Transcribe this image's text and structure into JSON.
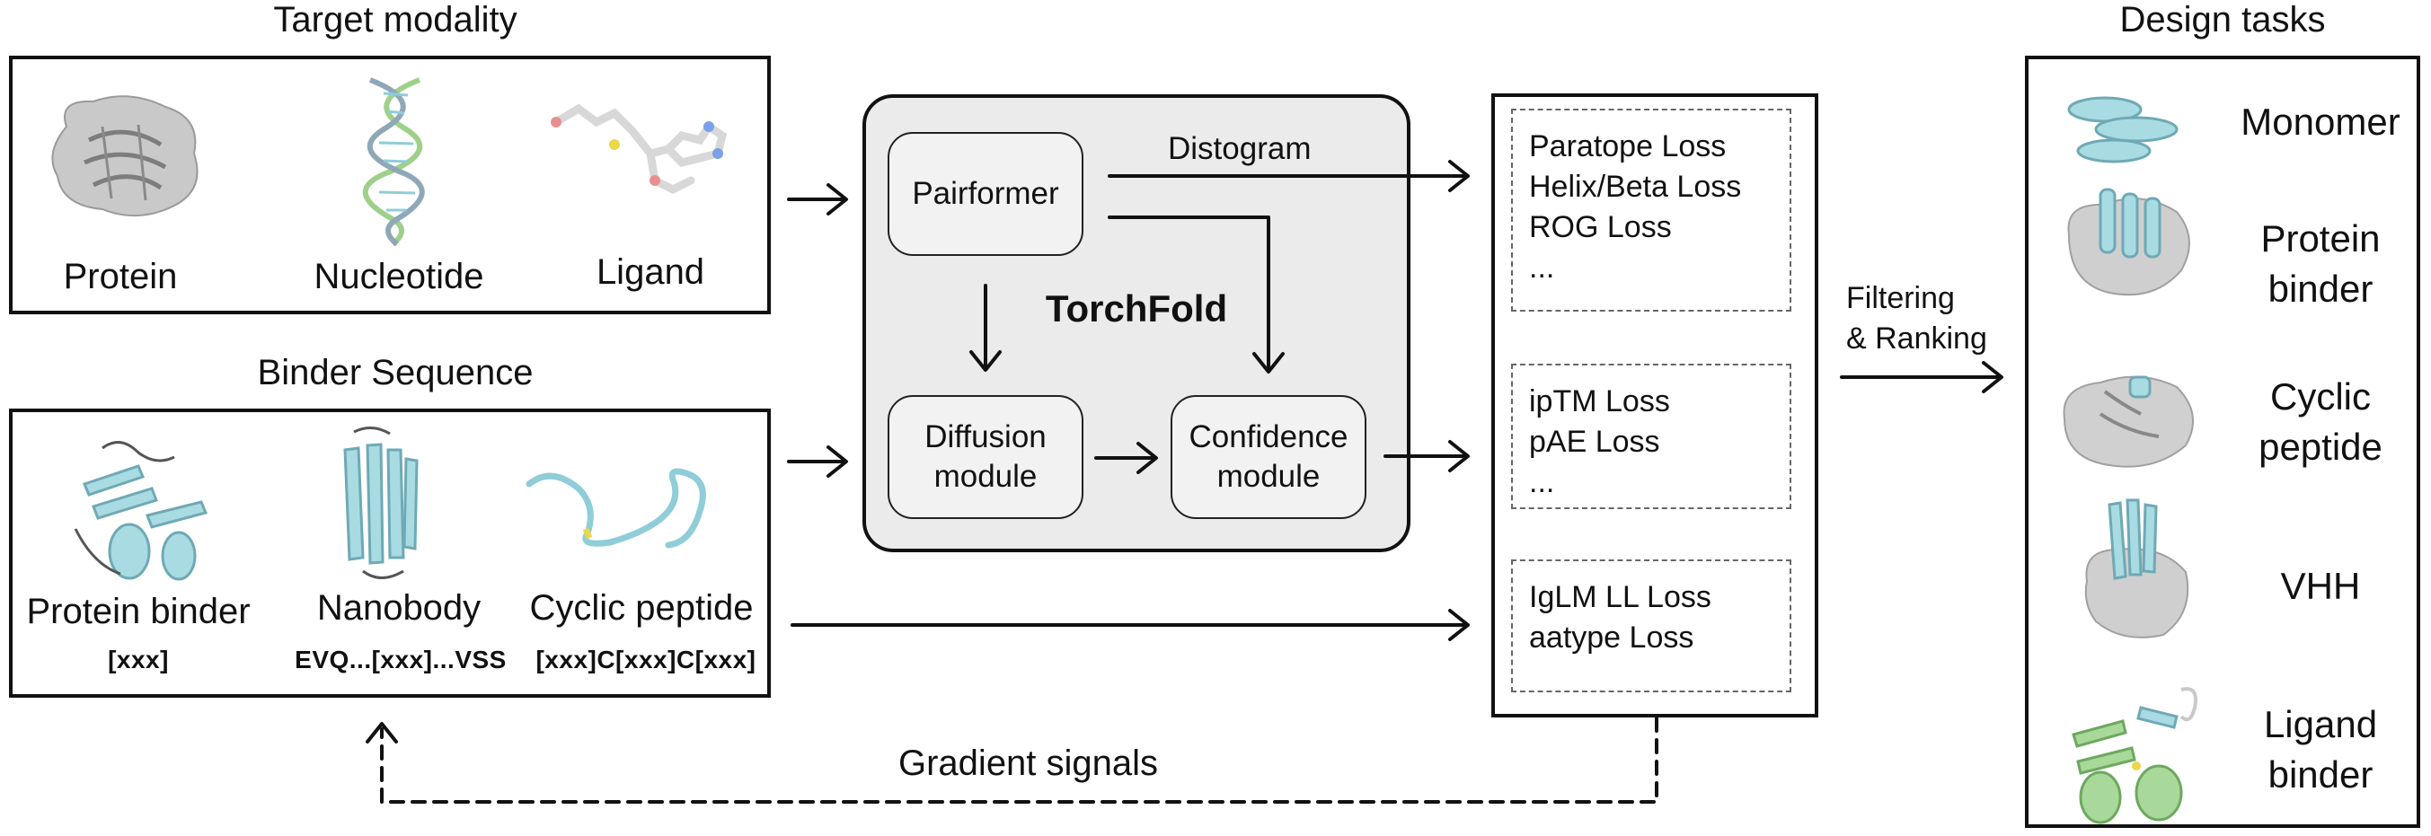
{
  "target_modality": {
    "title": "Target modality",
    "items": [
      "Protein",
      "Nucleotide",
      "Ligand"
    ]
  },
  "binder_sequence": {
    "title": "Binder Sequence",
    "items": [
      {
        "label": "Protein binder",
        "seq": "[xxx]"
      },
      {
        "label": "Nanobody",
        "seq": "EVQ...[xxx]...VSS"
      },
      {
        "label": "Cyclic peptide",
        "seq": "[xxx]C[xxx]C[xxx]"
      }
    ]
  },
  "torchfold": {
    "title": "TorchFold",
    "pairformer": "Pairformer",
    "diffusion": [
      "Diffusion",
      "module"
    ],
    "confidence": [
      "Confidence",
      "module"
    ],
    "distogram": "Distogram"
  },
  "losses": {
    "group1": [
      "Paratope Loss",
      "Helix/Beta Loss",
      "ROG Loss",
      "..."
    ],
    "group2": [
      "ipTM Loss",
      "pAE Loss",
      "..."
    ],
    "group3": [
      "IgLM LL Loss",
      "aatype Loss"
    ]
  },
  "filtering": [
    "Filtering",
    "& Ranking"
  ],
  "gradient_label": "Gradient signals",
  "design_tasks": {
    "title": "Design tasks",
    "items": [
      {
        "lines": [
          "Monomer"
        ]
      },
      {
        "lines": [
          "Protein",
          "binder"
        ]
      },
      {
        "lines": [
          "Cyclic",
          "peptide"
        ]
      },
      {
        "lines": [
          "VHH"
        ]
      },
      {
        "lines": [
          "Ligand",
          "binder"
        ]
      }
    ]
  },
  "colors": {
    "protein_cyan": "#8fcdd8",
    "surface_grey": "#c8c8c8",
    "ligand_green": "#9fd08a",
    "panel_fill": "#ebebeb"
  }
}
